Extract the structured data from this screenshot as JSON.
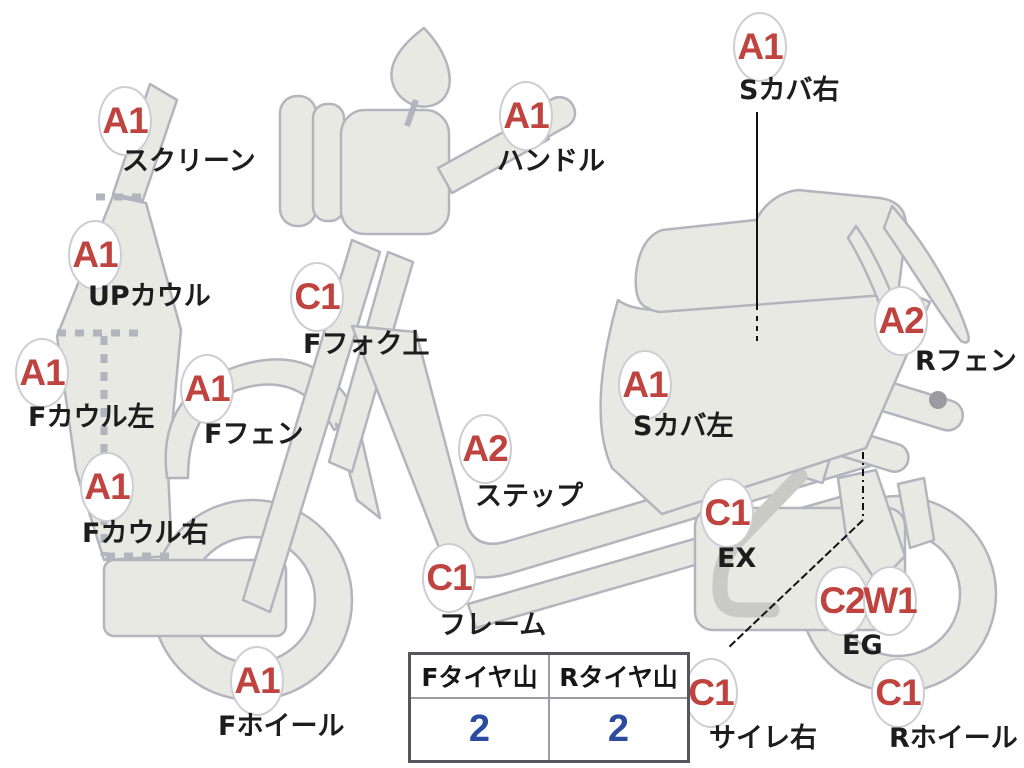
{
  "diagram": {
    "description_labels": [
      {
        "id": "screen",
        "grade": "A1",
        "part": "スクリーン"
      },
      {
        "id": "up-cowl",
        "grade": "A1",
        "part": "UPカウル"
      },
      {
        "id": "f-cowl-left",
        "grade": "A1",
        "part": "Fカウル左"
      },
      {
        "id": "f-fender",
        "grade": "A1",
        "part": "Fフェン"
      },
      {
        "id": "f-cowl-right",
        "grade": "A1",
        "part": "Fカウル右"
      },
      {
        "id": "f-wheel",
        "grade": "A1",
        "part": "Fホイール"
      },
      {
        "id": "handlebar",
        "grade": "A1",
        "part": "ハンドル"
      },
      {
        "id": "f-fork-upper",
        "grade": "C1",
        "part": "Fフォク上"
      },
      {
        "id": "step",
        "grade": "A2",
        "part": "ステップ"
      },
      {
        "id": "frame",
        "grade": "C1",
        "part": "フレーム"
      },
      {
        "id": "s-cover-left",
        "grade": "A1",
        "part": "Sカバ左"
      },
      {
        "id": "s-cover-right",
        "grade": "A1",
        "part": "Sカバ右"
      },
      {
        "id": "r-fender",
        "grade": "A2",
        "part": "Rフェン"
      },
      {
        "id": "exhaust",
        "grade": "C1",
        "part": "EX"
      },
      {
        "id": "engine",
        "grade": "C2W1",
        "badges": [
          "C2",
          "W1"
        ],
        "part": "EG"
      },
      {
        "id": "silencer-right",
        "grade": "C1",
        "part": "サイレ右"
      },
      {
        "id": "r-wheel",
        "grade": "C1",
        "part": "Rホイール"
      }
    ],
    "tire_table": {
      "headers": [
        "Fタイヤ山",
        "Rタイヤ山"
      ],
      "values": [
        "2",
        "2"
      ]
    },
    "colors": {
      "grade_text": "#bf4440",
      "part_text": "#1d1d1d",
      "tire_value": "#2b4b9f",
      "body_fill": "#e9e9e3",
      "body_stroke": "#b4b4be"
    }
  }
}
